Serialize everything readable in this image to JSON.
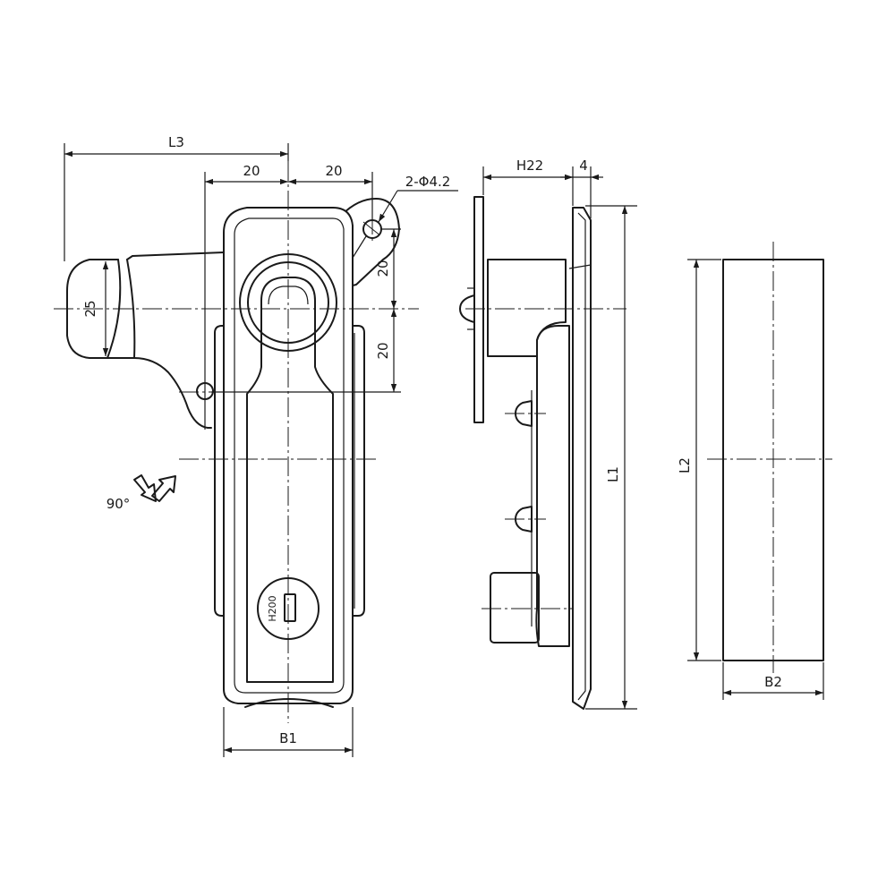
{
  "front_view": {
    "dimensions": {
      "L3": "L3",
      "spacing_left": "20",
      "spacing_right": "20",
      "holes": "2-Φ4.2",
      "vertical_upper": "20",
      "vertical_lower": "20",
      "handle_width": "25",
      "B1": "B1"
    },
    "rotation": "90°",
    "lock_marking": "H200"
  },
  "side_view": {
    "dimensions": {
      "H22": "H22",
      "thickness": "4",
      "L1": "L1"
    }
  },
  "cutout_view": {
    "dimensions": {
      "L2": "L2",
      "B2": "B2"
    }
  }
}
